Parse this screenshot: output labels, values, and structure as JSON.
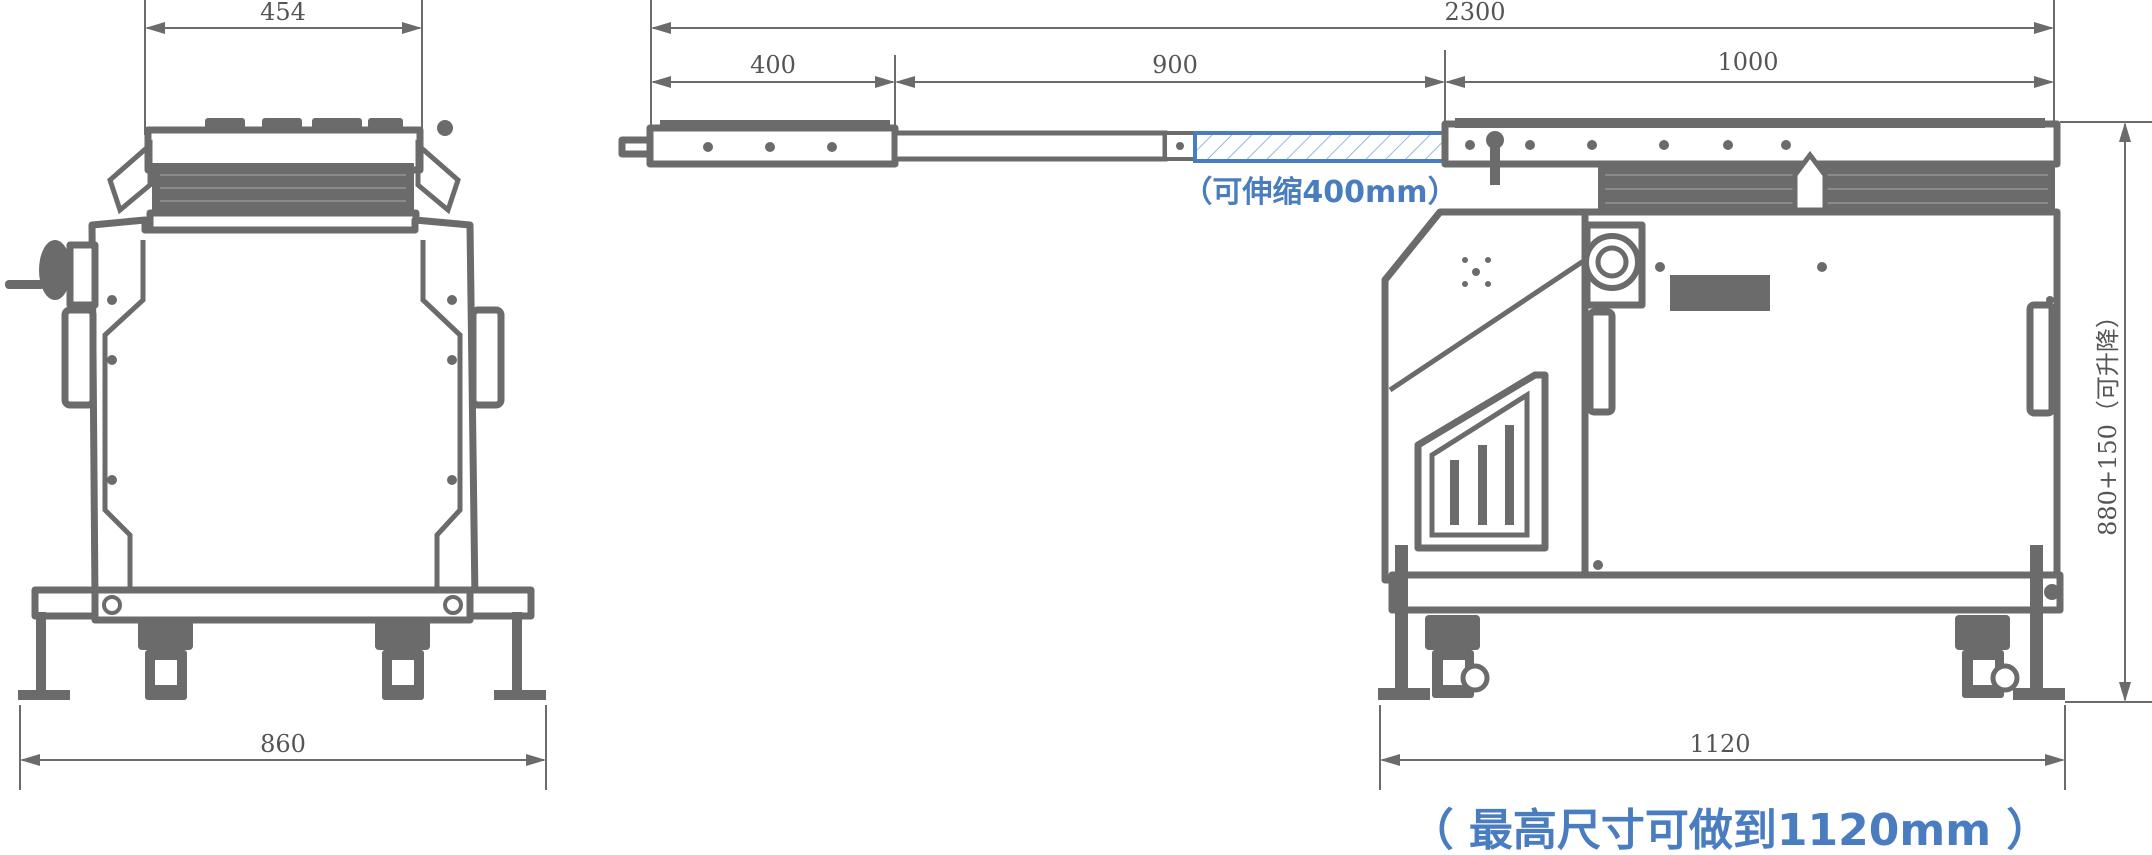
{
  "front_view": {
    "top_width": "454",
    "bottom_width": "860"
  },
  "side_view": {
    "total_length": "2300",
    "seg_1": "400",
    "seg_2": "900",
    "seg_3": "1000",
    "telescopic_note": "（可伸缩400mm）",
    "height": "880+150（可升降）",
    "base_length": "1120",
    "max_height_note": "（ 最高尺寸可做到1120mm ）"
  },
  "colors": {
    "line": "#6b6b6b",
    "accent_blue": "#4a7cc0"
  }
}
